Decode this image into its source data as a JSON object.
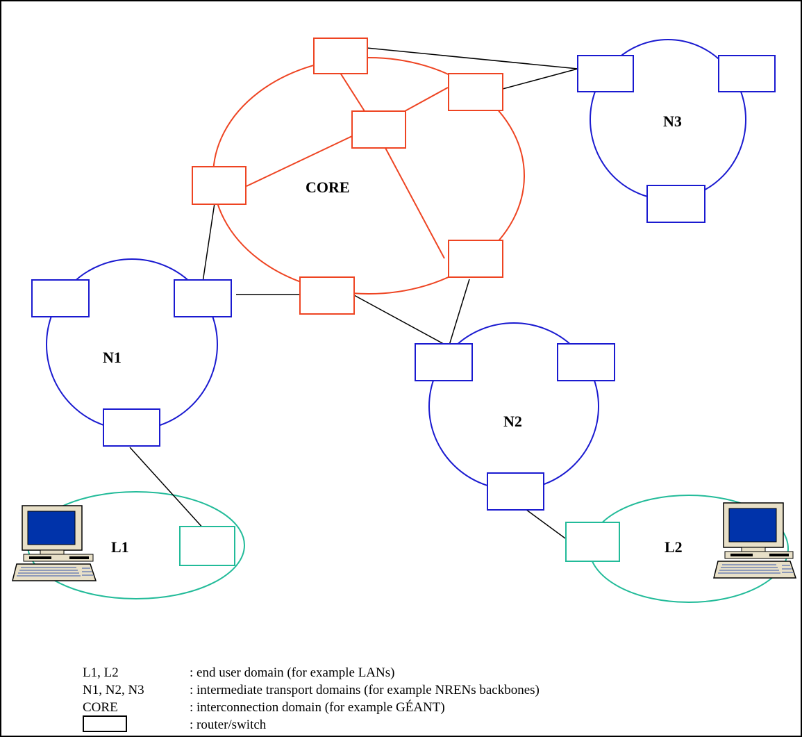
{
  "colors": {
    "core": "#ee4422",
    "transport": "#1a1ad0",
    "lan": "#22bb99",
    "link": "#000000",
    "monitor_screen": "#0033aa",
    "monitor_body": "#e8e0c8"
  },
  "domains": {
    "core": "CORE",
    "n1": "N1",
    "n2": "N2",
    "n3": "N3",
    "l1": "L1",
    "l2": "L2"
  },
  "legend": [
    {
      "key": "L1, L2",
      "desc": ": end user domain (for example LANs)"
    },
    {
      "key": "N1, N2, N3",
      "desc": ": intermediate transport domains (for example NRENs backbones)"
    },
    {
      "key": "CORE",
      "desc": ": interconnection domain (for example GÉANT)"
    },
    {
      "key": "",
      "desc": ": router/switch"
    }
  ],
  "icons": {
    "router": "router-switch-icon",
    "computer": "desktop-computer-icon"
  }
}
